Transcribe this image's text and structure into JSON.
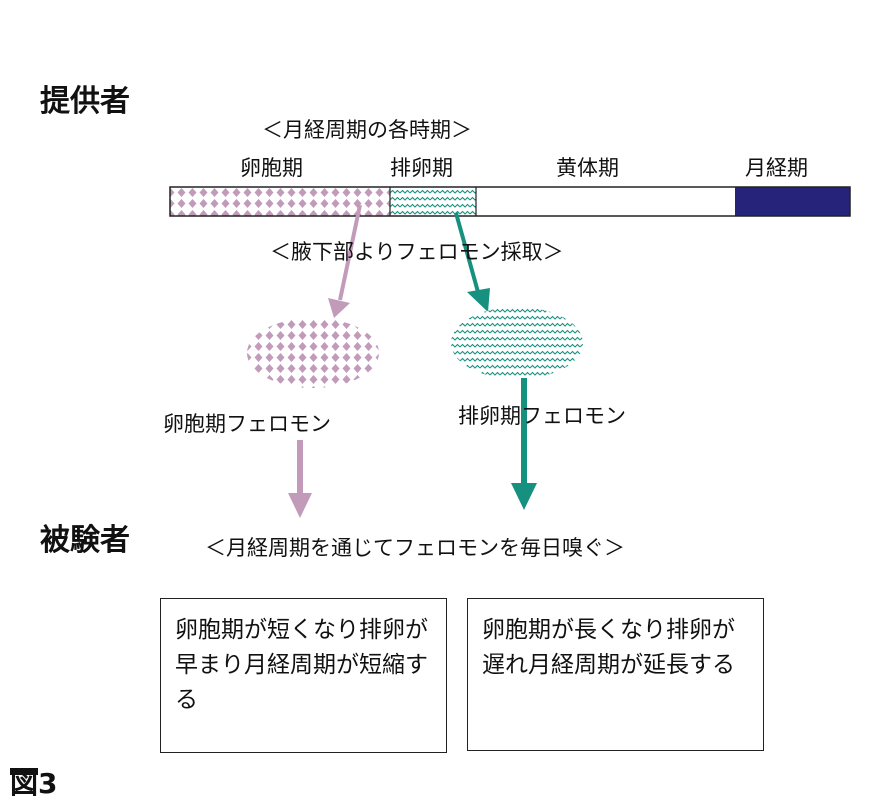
{
  "donor_label": "提供者",
  "subject_label": "被験者",
  "cycle_title": "＜月経周期の各時期＞",
  "phases": [
    {
      "label": "卵胞期"
    },
    {
      "label": "排卵期"
    },
    {
      "label": "黄体期"
    },
    {
      "label": "月経期"
    }
  ],
  "collection_label": "＜腋下部よりフェロモン採取＞",
  "pheromones": {
    "follicular": "卵胞期フェロモン",
    "ovulatory": "排卵期フェロモン"
  },
  "exposure_label": "＜月経周期を通じてフェロモンを毎日嗅ぐ＞",
  "results": {
    "follicular": "卵胞期が短くなり排卵が早まり月経周期が短縮する",
    "ovulatory": "卵胞期が長くなり排卵が遅れ月経周期が延長する"
  },
  "figure_label": "図3",
  "colors": {
    "follicular": "#c29bba",
    "ovulatory": "#16907f",
    "menstrual": "#25237a"
  }
}
